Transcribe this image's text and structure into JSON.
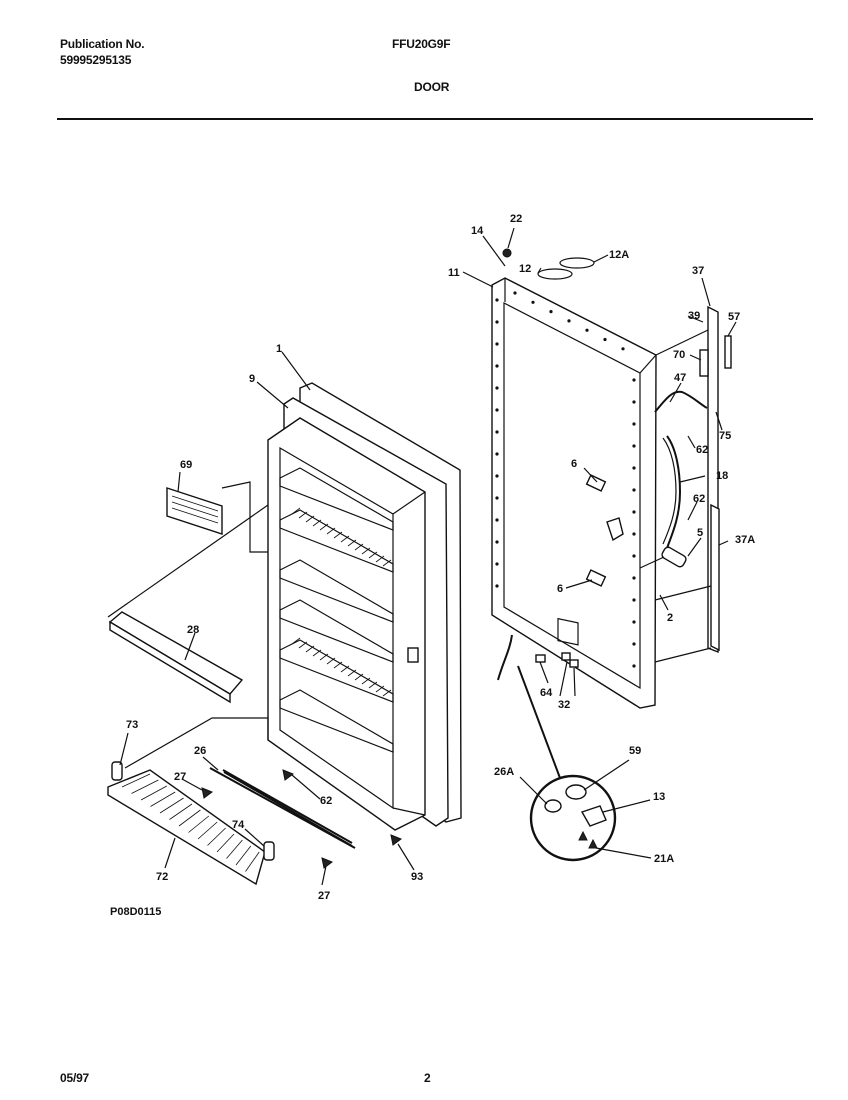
{
  "header": {
    "publication_label": "Publication No.",
    "publication_number": "59995295135",
    "model": "FFU20G9F",
    "section": "DOOR"
  },
  "diagram": {
    "drawing_id": "P08D0115",
    "callouts": [
      "1",
      "9",
      "69",
      "28",
      "73",
      "26",
      "27",
      "62",
      "74",
      "72",
      "27",
      "93",
      "14",
      "22",
      "12",
      "12A",
      "11",
      "37",
      "39",
      "57",
      "70",
      "47",
      "75",
      "6",
      "62",
      "18",
      "62",
      "5",
      "37A",
      "6",
      "2",
      "64",
      "32",
      "26A",
      "59",
      "13",
      "21A"
    ]
  },
  "footer": {
    "date": "05/97",
    "page": "2"
  }
}
